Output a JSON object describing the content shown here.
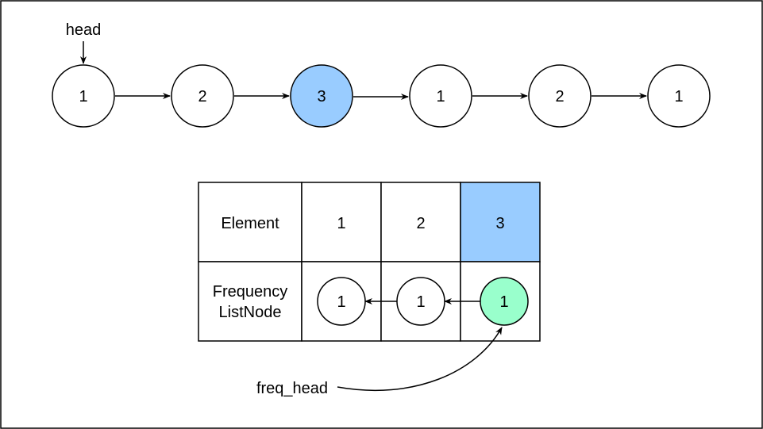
{
  "head_label": "head",
  "freq_head_label": "freq_head",
  "linked_list": [
    {
      "value": "1",
      "highlighted": false
    },
    {
      "value": "2",
      "highlighted": false
    },
    {
      "value": "3",
      "highlighted": true
    },
    {
      "value": "1",
      "highlighted": false
    },
    {
      "value": "2",
      "highlighted": false
    },
    {
      "value": "1",
      "highlighted": false
    }
  ],
  "table": {
    "element_header": "Element",
    "frequency_header_line1": "Frequency",
    "frequency_header_line2": "ListNode",
    "elements": [
      {
        "value": "1",
        "highlighted": false
      },
      {
        "value": "2",
        "highlighted": false
      },
      {
        "value": "3",
        "highlighted": true
      }
    ],
    "frequency_nodes": [
      {
        "value": "1",
        "highlighted": false
      },
      {
        "value": "1",
        "highlighted": false
      },
      {
        "value": "1",
        "highlighted": true
      }
    ]
  },
  "colors": {
    "highlight_blue": "#99ccff",
    "highlight_green": "#99ffcc",
    "stroke": "#000000",
    "background": "#ffffff"
  }
}
